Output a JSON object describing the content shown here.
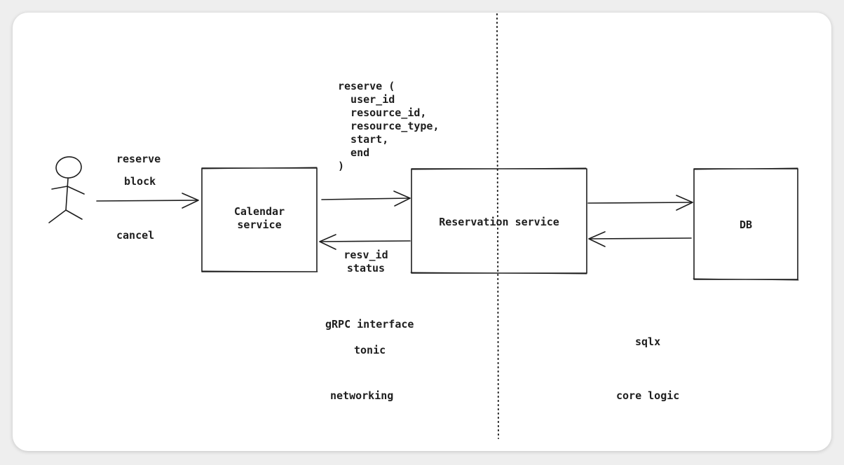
{
  "actor": {
    "labels": [
      "reserve",
      "block",
      "cancel"
    ]
  },
  "calendar_service": {
    "label": "Calendar\nservice"
  },
  "reservation_service": {
    "label": "Reservation service"
  },
  "db": {
    "label": "DB"
  },
  "request": {
    "text": "reserve (\n  user_id\n  resource_id,\n  resource_type,\n  start,\n  end\n)"
  },
  "response": {
    "text": "resv_id\nstatus"
  },
  "left_notes": [
    "gRPC interface",
    "tonic",
    "networking"
  ],
  "right_notes": [
    "sqlx",
    "core logic"
  ],
  "colors": {
    "stroke": "#1e1e1e",
    "background": "#ffffff"
  }
}
